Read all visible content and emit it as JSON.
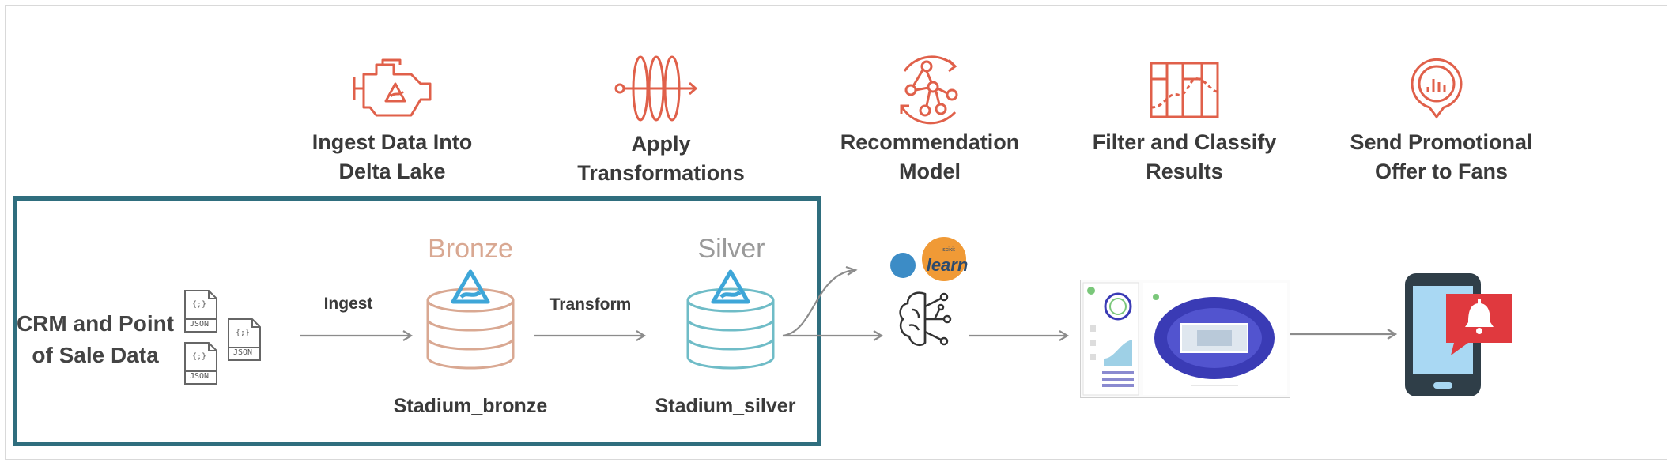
{
  "steps": [
    {
      "line1": "Ingest Data Into",
      "line2": "Delta Lake",
      "icon": "delta-engine-icon"
    },
    {
      "line1": "Apply",
      "line2": "Transformations",
      "icon": "transform-rings-icon"
    },
    {
      "line1": "Recommendation",
      "line2": "Model",
      "icon": "network-graph-icon"
    },
    {
      "line1": "Filter and Classify",
      "line2": "Results",
      "icon": "filter-chart-icon"
    },
    {
      "line1": "Send Promotional",
      "line2": "Offer to Fans",
      "icon": "notification-chat-icon"
    }
  ],
  "pipeline": {
    "source": {
      "line1": "CRM and Point",
      "line2": "of Sale Data"
    },
    "json_label": "JSON",
    "json_glyph": "{;}",
    "ingest_label": "Ingest",
    "transform_label": "Transform",
    "bronze": {
      "tier": "Bronze",
      "table": "Stadium_bronze"
    },
    "silver": {
      "tier": "Silver",
      "table": "Stadium_silver"
    },
    "sklearn_logo_text": "learn",
    "sklearn_small_text": "scikit"
  },
  "colors": {
    "accent_orange": "#e0604a",
    "highlight_border": "#2f6e7e",
    "bronze": "#d9a892",
    "silver": "#6fbcc7",
    "delta_blue": "#3ea6d8",
    "arrow_gray": "#8c8c8c",
    "phone_dark": "#2f3e48",
    "phone_screen": "#a9d8f3",
    "alert_red": "#e0393e",
    "stadium_blue": "#3a3bb5"
  }
}
